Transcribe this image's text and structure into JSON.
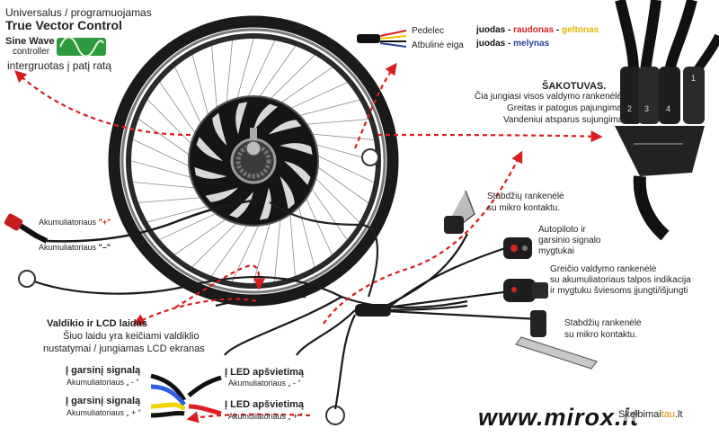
{
  "header": {
    "line1": "Universalus / programuojamas",
    "line2": "True Vector Control",
    "badge_title": "Sine Wave",
    "badge_sub": "controller",
    "line3": "intergruotas į patį ratą"
  },
  "wires_legend": {
    "pedelec": "Pedelec",
    "reverse": "Atbulinė eiga",
    "pedelec_colors": [
      {
        "text": "juodas",
        "color": "#111111"
      },
      {
        "text": " - ",
        "color": "#111111"
      },
      {
        "text": "raudonas",
        "color": "#d62020"
      },
      {
        "text": " - ",
        "color": "#111111"
      },
      {
        "text": "geltonas",
        "color": "#e0b400"
      }
    ],
    "reverse_colors": [
      {
        "text": "juodas",
        "color": "#111111"
      },
      {
        "text": " - ",
        "color": "#111111"
      },
      {
        "text": "melynas",
        "color": "#2a3f9a"
      }
    ]
  },
  "splitter": {
    "title": "ŠAKOTUVAS.",
    "lines": [
      "Čia jungiasi visos valdymo rankenėlės.",
      "Greitas ir patogus pajungimas.",
      "Vandeniui atsparus sujungimai."
    ],
    "connector_numbers": [
      "2",
      "3",
      "4",
      "1"
    ]
  },
  "battery": {
    "plus_text": "Akumuliatoriaus",
    "plus_sign": "\"+\"",
    "minus_text": "Akumuliatoriaus",
    "minus_sign": "\"–\""
  },
  "brake_top": {
    "line1": "Stabdžių rankenėlė",
    "line2": "su mikro kontaktu."
  },
  "autopilot": {
    "line1": "Autopiloto ir",
    "line2": "garsinio signalo",
    "line3": "mygtukai"
  },
  "throttle": {
    "line1": "Greičio valdymo rankenėlė",
    "line2": "su akumuliatoriaus talpos indikacija",
    "line3": "ir mygtuku šviesoms įjungti/išjungti"
  },
  "brake_bottom": {
    "line1": "Stabdžių rankenėlė",
    "line2": "su mikro kontaktu."
  },
  "controller_cable": {
    "title": "Valdikio ir LCD laidas",
    "line1": "Šiuo laidu yra keičiami valdiklio",
    "line2": "nustatymai / jungiamas LCD ekranas"
  },
  "signal": {
    "a_title": "Į garsinį signalą",
    "a_sub": "Akumuliatoriaus „ - “",
    "b_title": "Į garsinį signalą",
    "b_sub": "Akumuliatoriaus „ + “"
  },
  "led": {
    "a_title": "Į LED apšvietimą",
    "a_sub": "Akumuliatoriaus „ - “",
    "b_title": "Į LED apšvietimą",
    "b_sub": "Akumuliatoriaus „ + “"
  },
  "watermark": {
    "site": "www.mirox.lt",
    "brand_a": "Skelbimai",
    "brand_b": "tau",
    "brand_c": ".lt"
  },
  "colors": {
    "arrow": "#d81e1e",
    "wire_black": "#111111",
    "wire_red": "#e02020",
    "wire_yellow": "#f2d400",
    "wire_blue": "#2f5fe0",
    "badge": "#2e9a3e"
  }
}
